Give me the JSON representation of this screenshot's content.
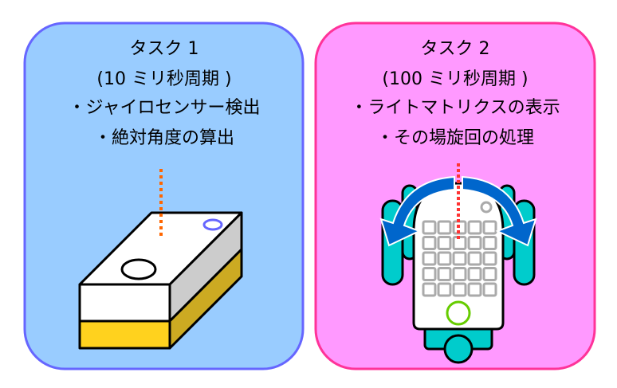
{
  "task1": {
    "title": "タスク 1",
    "period": "(10 ミリ秒周期 )",
    "items": [
      "・ジャイロセンサー検出",
      "・絶対角度の算出"
    ]
  },
  "task2": {
    "title": "タスク 2",
    "period": "(100 ミリ秒周期 )",
    "items": [
      "・ライトマトリクスの表示",
      "・その場旋回の処理"
    ]
  },
  "colors": {
    "task1_fill": "#99ccff",
    "task1_border": "#6666ff",
    "task2_fill": "#ff99ff",
    "task2_border": "#ff3399",
    "arrow": "#0066cc",
    "robot_wheel": "#00cccc",
    "yellow": "#ffd21e"
  }
}
